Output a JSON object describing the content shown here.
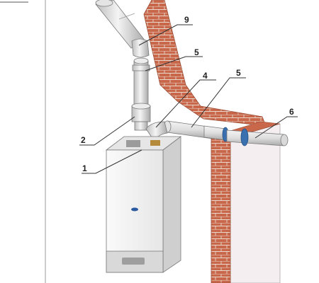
{
  "diagram": {
    "callouts": [
      {
        "id": "c9",
        "label": "9"
      },
      {
        "id": "c5a",
        "label": "5"
      },
      {
        "id": "c4",
        "label": "4"
      },
      {
        "id": "c5b",
        "label": "5"
      },
      {
        "id": "c6",
        "label": "6"
      },
      {
        "id": "c2",
        "label": "2"
      },
      {
        "id": "c1",
        "label": "1"
      }
    ],
    "colors": {
      "brick": "#c8674a",
      "brick_light": "#d98a6a",
      "mortar": "#e9d7cc",
      "pipe": "#e6e6e6",
      "pipe_shade": "#bdbdbd",
      "boiler_body": "#f2f2f2",
      "boiler_panel": "#d9d9d9",
      "wall_face": "#f4eef0",
      "seal_blue": "#3a6fb0"
    }
  }
}
